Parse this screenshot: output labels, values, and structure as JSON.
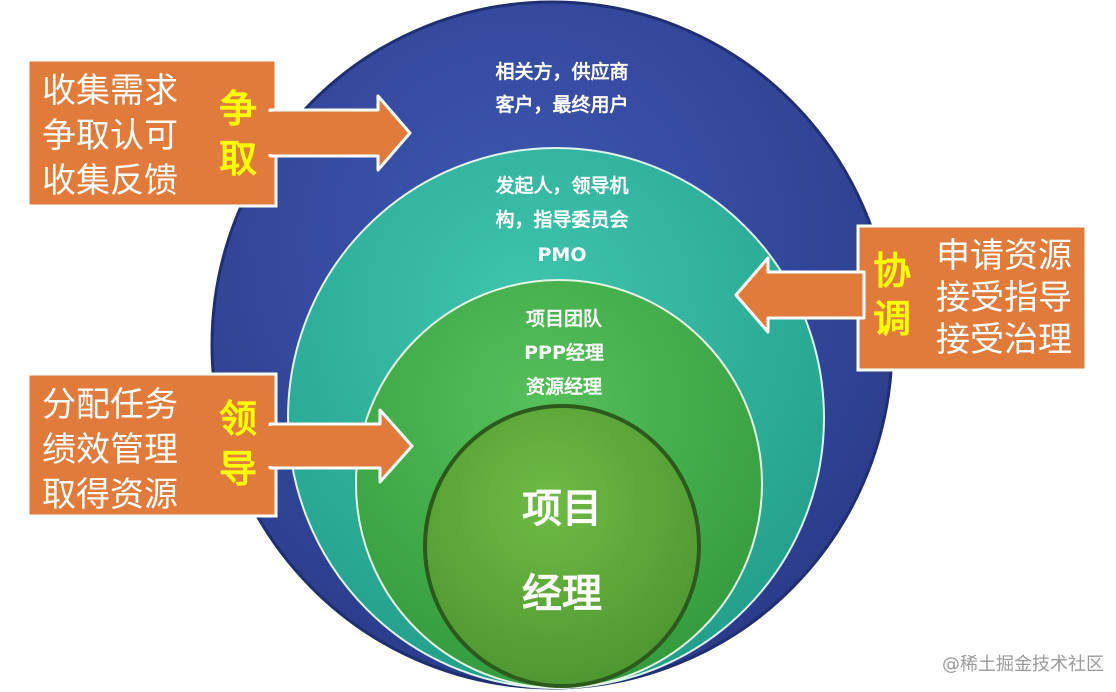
{
  "rings": {
    "outer": {
      "lines": [
        "相关方，供应商",
        "客户，最终用户"
      ],
      "color": "#33469a"
    },
    "second": {
      "lines": [
        "发起人，领导机",
        "构，指导委员会",
        "PMO"
      ],
      "color": "#2eb59f"
    },
    "third": {
      "lines": [
        "项目团队",
        "PPP经理",
        "资源经理"
      ],
      "color": "#3fae49"
    },
    "core": {
      "lines": [
        "项目",
        "经理"
      ],
      "color": "#58a83a"
    }
  },
  "callouts": {
    "zhengqu": {
      "items": [
        "收集需求",
        "争取认可",
        "收集反馈"
      ],
      "verb": [
        "争",
        "取"
      ]
    },
    "xietiao": {
      "items": [
        "申请资源",
        "接受指导",
        "接受治理"
      ],
      "verb": [
        "协",
        "调"
      ]
    },
    "lingdao": {
      "items": [
        "分配任务",
        "绩效管理",
        "取得资源"
      ],
      "verb": [
        "领",
        "导"
      ]
    }
  },
  "colors": {
    "box_fill": "#e07b3c",
    "verb_text": "#ffff00"
  },
  "watermark": "@稀土掘金技术社区"
}
